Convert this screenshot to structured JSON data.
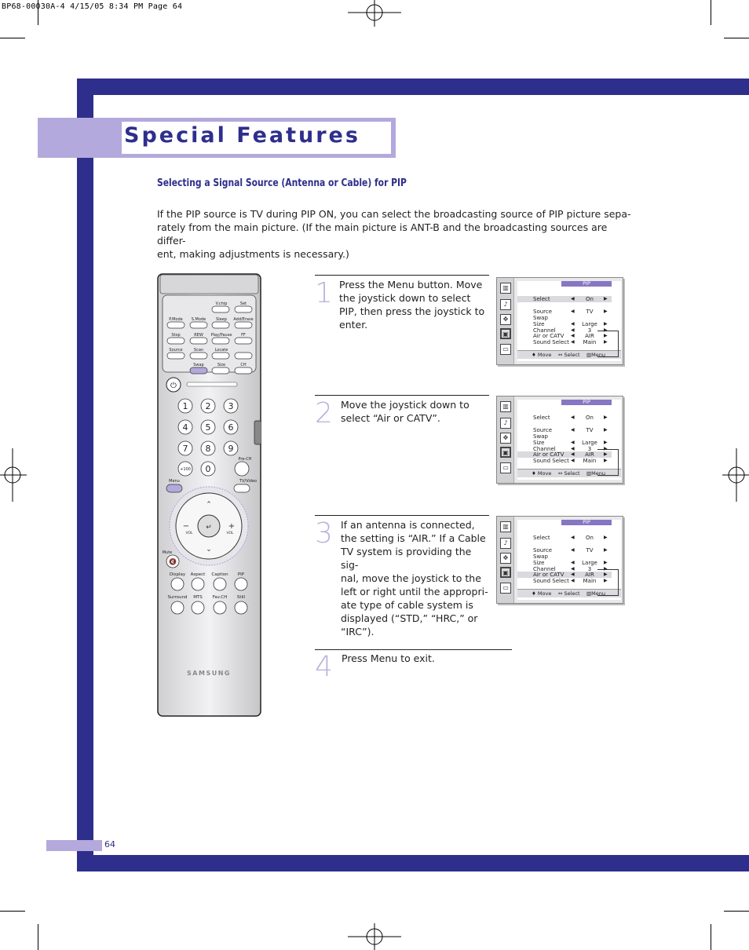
{
  "slug": "BP68-00030A-4  4/15/05  8:34 PM  Page 64",
  "title": "Special Features",
  "subheading": "Selecting a Signal Source (Antenna or Cable) for PIP",
  "intro": [
    "If the PIP source is TV during PIP ON, you can select the broadcasting source of PIP picture sepa-",
    "rately from the main picture.  (If the main picture is ANT-B and the broadcasting sources are differ-",
    "ent, making adjustments is necessary.)"
  ],
  "steps": [
    {
      "num": "1",
      "lines": [
        "Press the Menu button. Move",
        "the joystick down to select",
        "PIP, then press the joystick to",
        "enter."
      ]
    },
    {
      "num": "2",
      "lines": [
        "Move the joystick down to",
        "select “Air or CATV”."
      ]
    },
    {
      "num": "3",
      "lines": [
        "If an antenna is connected,",
        "the setting is “AIR.” If a Cable",
        "TV system is providing the sig-",
        "nal, move the joystick to the",
        "left or right until the appropri-",
        "ate type of cable system is",
        "displayed (“STD,” “HRC,” or",
        "“IRC”)."
      ]
    },
    {
      "num": "4",
      "lines": [
        "Press Menu to exit."
      ]
    }
  ],
  "osd": {
    "header": "PIP",
    "rows": [
      {
        "label": "Select",
        "value": "On"
      },
      {
        "label": "Source",
        "value": "TV"
      },
      {
        "label": "Swap",
        "value": ""
      },
      {
        "label": "Size",
        "value": "Large"
      },
      {
        "label": "Channel",
        "value": "3"
      },
      {
        "label": "Air or CATV",
        "value": "AIR"
      },
      {
        "label": "Sound Select",
        "value": "Main"
      }
    ],
    "footer": {
      "move": "♦ Move",
      "select": "↔ Select",
      "menu": "▥Menu"
    },
    "highlight_rows": [
      "Select",
      "Air or CATV",
      "Air or CATV"
    ]
  },
  "remote": {
    "brand": "SAMSUNG",
    "top_labels": [
      "V.chip",
      "Set",
      "P.Mode",
      "S.Mode",
      "Sleep",
      "Add/Erase",
      "Stop",
      "REW",
      "Play/Pause",
      "FF",
      "Source",
      "Scan",
      "Locate",
      "Swap",
      "Size",
      "CH"
    ],
    "digits": [
      "1",
      "2",
      "3",
      "4",
      "5",
      "6",
      "7",
      "8",
      "9",
      "+100",
      "0"
    ],
    "pre_ch": "Pre-CH",
    "menu": "Menu",
    "tv_video": "TV/Video",
    "vol": "VOL",
    "mute": "Mute",
    "row1": [
      "Display",
      "Aspect",
      "Caption",
      "PIP"
    ],
    "row2": [
      "Surround",
      "MTS",
      "Fav.CH",
      "Still"
    ]
  },
  "page_number": "64"
}
